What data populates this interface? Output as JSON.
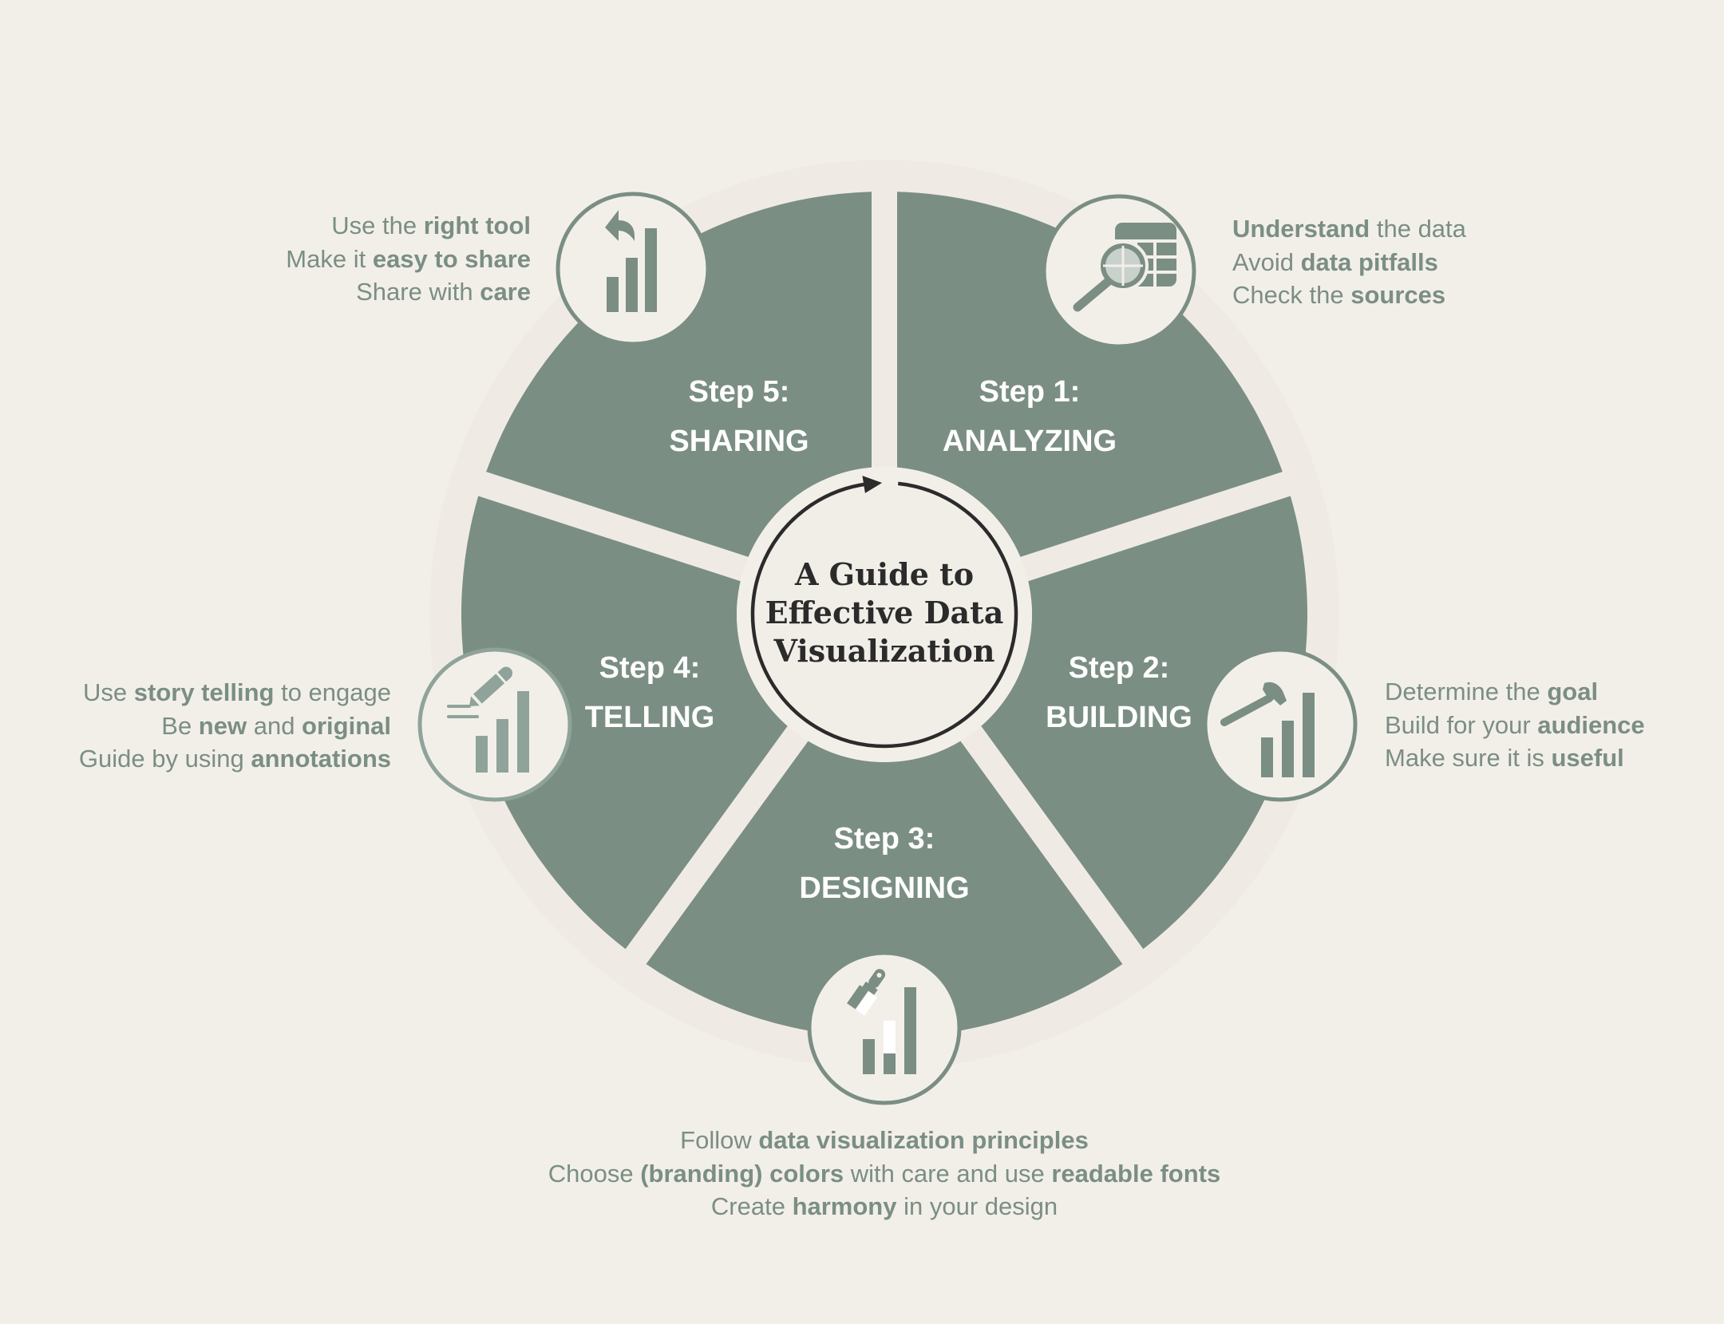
{
  "title": {
    "line1": "A Guide to",
    "line2": "Effective Data",
    "line3": "Visualization"
  },
  "colors": {
    "background": "#f2efe9",
    "segment": "#7b8e84",
    "hub": "#f2efe9",
    "ring": "#2b2b2b",
    "text_muted": "#7b8e84",
    "label": "#ffffff"
  },
  "steps": [
    {
      "step": "Step 1:",
      "name": "ANALYZING",
      "icon": "table-magnifier-icon",
      "lines": [
        [
          {
            "t": "Understand",
            "b": true
          },
          {
            "t": " the data",
            "b": false
          }
        ],
        [
          {
            "t": "Avoid ",
            "b": false
          },
          {
            "t": "data pitfalls",
            "b": true
          }
        ],
        [
          {
            "t": "Check the ",
            "b": false
          },
          {
            "t": "sources",
            "b": true
          }
        ]
      ]
    },
    {
      "step": "Step 2:",
      "name": "BUILDING",
      "icon": "hammer-chart-icon",
      "lines": [
        [
          {
            "t": "Determine the ",
            "b": false
          },
          {
            "t": "goal",
            "b": true
          }
        ],
        [
          {
            "t": "Build for your ",
            "b": false
          },
          {
            "t": "audience",
            "b": true
          }
        ],
        [
          {
            "t": "Make sure it is ",
            "b": false
          },
          {
            "t": "useful",
            "b": true
          }
        ]
      ]
    },
    {
      "step": "Step 3:",
      "name": "DESIGNING",
      "icon": "paintbrush-chart-icon",
      "lines": [
        [
          {
            "t": "Follow ",
            "b": false
          },
          {
            "t": "data visualization principles",
            "b": true
          }
        ],
        [
          {
            "t": "Choose ",
            "b": false
          },
          {
            "t": "(branding) colors",
            "b": true
          },
          {
            "t": " with care and use ",
            "b": false
          },
          {
            "t": "readable fonts",
            "b": true
          }
        ],
        [
          {
            "t": "Create ",
            "b": false
          },
          {
            "t": "harmony",
            "b": true
          },
          {
            "t": " in your design",
            "b": false
          }
        ]
      ]
    },
    {
      "step": "Step 4:",
      "name": "TELLING",
      "icon": "pencil-chart-icon",
      "lines": [
        [
          {
            "t": "Use ",
            "b": false
          },
          {
            "t": "story telling",
            "b": true
          },
          {
            "t": " to engage",
            "b": false
          }
        ],
        [
          {
            "t": "Be ",
            "b": false
          },
          {
            "t": "new",
            "b": true
          },
          {
            "t": " and ",
            "b": false
          },
          {
            "t": "original",
            "b": true
          }
        ],
        [
          {
            "t": "Guide by using ",
            "b": false
          },
          {
            "t": "annotations",
            "b": true
          }
        ]
      ]
    },
    {
      "step": "Step 5:",
      "name": "SHARING",
      "icon": "share-chart-icon",
      "lines": [
        [
          {
            "t": "Use the ",
            "b": false
          },
          {
            "t": "right tool",
            "b": true
          }
        ],
        [
          {
            "t": "Make it ",
            "b": false
          },
          {
            "t": "easy to share",
            "b": true
          }
        ],
        [
          {
            "t": "Share with ",
            "b": false
          },
          {
            "t": "care",
            "b": true
          }
        ]
      ]
    }
  ]
}
